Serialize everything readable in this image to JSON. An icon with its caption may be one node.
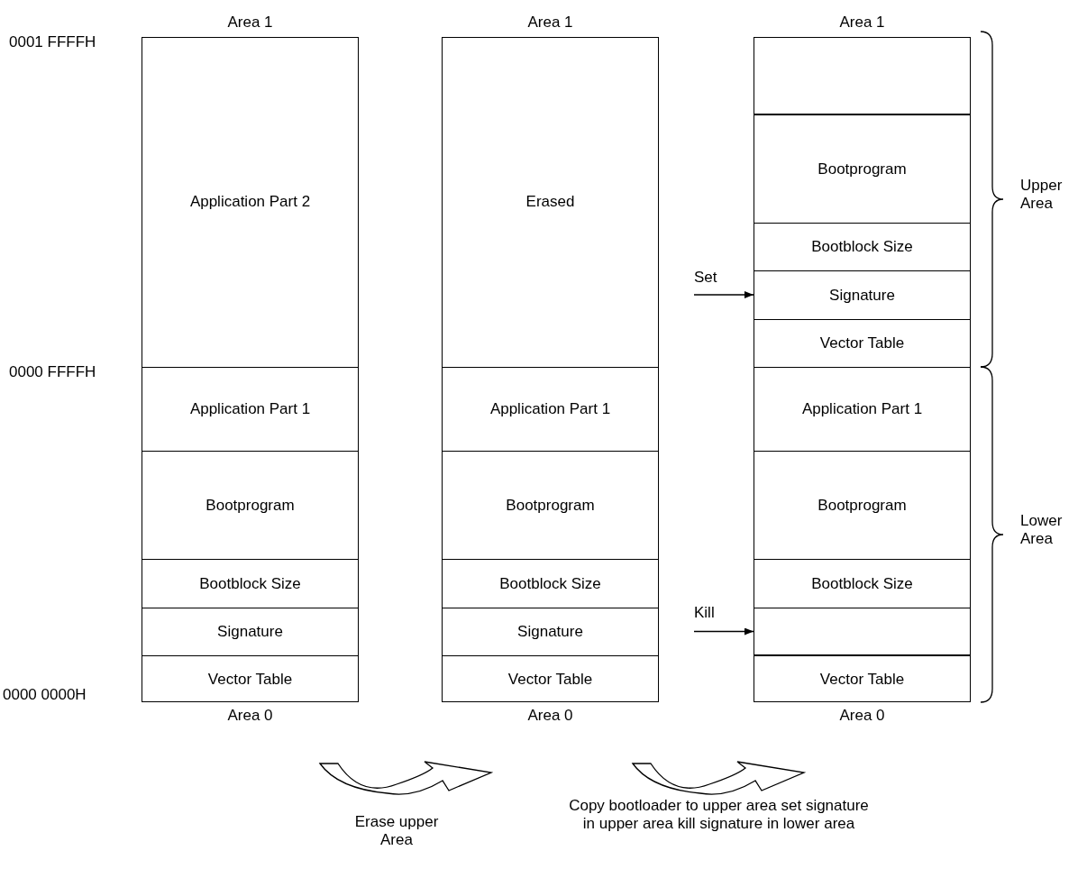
{
  "diagram": {
    "nodes": [
      {
        "text": [
          "Area 1",
          "Area 0"
        ]
      },
      {
        "text": [
          "Application Part 2"
        ],
        "in": 0
      },
      {
        "text": [
          "Application Part 1"
        ],
        "in": 0
      },
      {
        "text": [
          "Bootprogram"
        ],
        "in": 0
      },
      {
        "text": [
          "Bootblock Size"
        ],
        "in": 0
      },
      {
        "text": [
          "Signature"
        ],
        "in": 0
      },
      {
        "text": [
          "Vector Table"
        ],
        "in": 0
      },
      {
        "text": [
          "Area 1",
          "Area 0"
        ]
      },
      {
        "text": [
          "Erased"
        ],
        "in": 7
      },
      {
        "text": [
          "Application Part 1"
        ],
        "in": 7
      },
      {
        "text": [
          "Bootprogram"
        ],
        "in": 7
      },
      {
        "text": [
          "Bootblock Size"
        ],
        "in": 7
      },
      {
        "text": [
          "Signature"
        ],
        "in": 7
      },
      {
        "text": [
          "Vector Table"
        ],
        "in": 7
      },
      {
        "text": [
          "Area 1",
          "Area 0"
        ]
      },
      {
        "text": [],
        "shape": "box",
        "in": 14
      },
      {
        "text": [
          "Bootprogram"
        ],
        "in": 14
      },
      {
        "text": [
          "Bootblock Size"
        ],
        "in": 14
      },
      {
        "text": [
          "Signature"
        ],
        "in": 14
      },
      {
        "text": [
          "Vector Table"
        ],
        "in": 14
      },
      {
        "text": [
          "Application Part 1"
        ],
        "in": 14
      },
      {
        "text": [
          "Bootprogram"
        ],
        "in": 14
      },
      {
        "text": [
          "Bootblock Size"
        ],
        "in": 14
      },
      {
        "text": [],
        "shape": "box",
        "in": 14
      },
      {
        "text": [
          "Vector Table"
        ],
        "in": 14
      },
      {
        "text": [
          "Set"
        ]
      },
      {
        "text": [
          "Kill"
        ]
      }
    ],
    "edges": [
      {
        "from": 25,
        "to": 18,
        "arrow": "to"
      },
      {
        "from": 26,
        "to": 23,
        "arrow": "to"
      }
    ],
    "labels": [
      "0001 FFFFH",
      "Upper Area",
      "0000 FFFFH",
      "Lower Area",
      "0000 0000H",
      "Erase upper Area",
      "Copy bootloader to upper area set signature in upper area kill signature in lower area"
    ]
  }
}
